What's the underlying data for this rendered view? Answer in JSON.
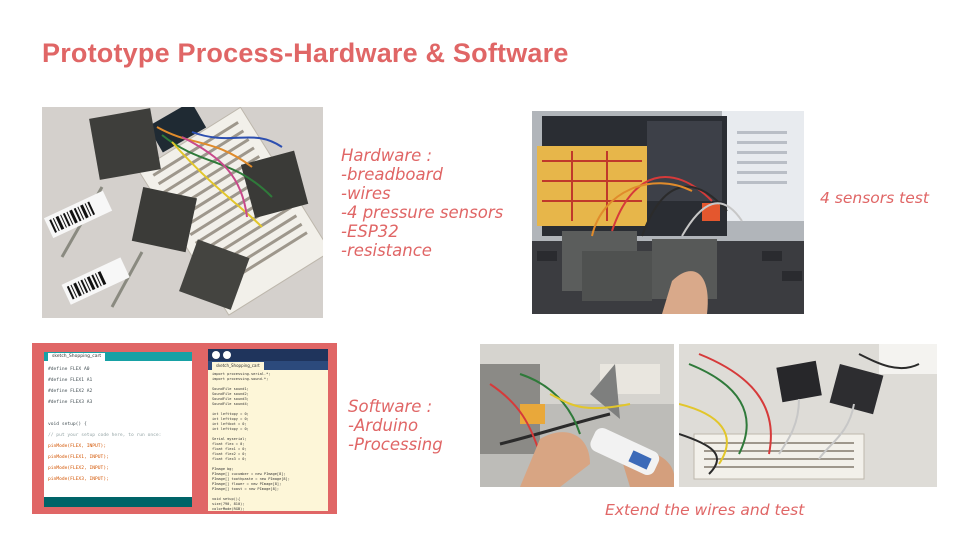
{
  "slide": {
    "title": "Prototype Process-Hardware & Software"
  },
  "hardware": {
    "lines": [
      "Hardware :",
      "-breadboard",
      "-wires",
      "-4 pressure sensors",
      "-ESP32",
      "-resistance"
    ]
  },
  "sensors_test": {
    "caption": "4 sensors test"
  },
  "software": {
    "lines": [
      "Software :",
      "-Arduino",
      "-Processing"
    ]
  },
  "extend": {
    "caption": "Extend the wires and test"
  },
  "arduino_window": {
    "tab": "sketch_Shopping_cart",
    "code": [
      "#define FLEX A0",
      "#define FLEX1 A1",
      "#define FLEX2 A2",
      "#define FLEX3 A3",
      "",
      "void setup() {",
      "  // put your setup code here, to run once:",
      "  pinMode(FLEX, INPUT);",
      "  pinMode(FLEX1, INPUT);",
      "  pinMode(FLEX2, INPUT);",
      "  pinMode(FLEX3, INPUT);"
    ]
  },
  "processing_window": {
    "tab": "sketch_Shopping_cart",
    "code": [
      "import processing.serial.*;",
      "import processing.sound.*;",
      "",
      "SoundFile sound1;",
      "SoundFile sound2;",
      "SoundFile sound3;",
      "SoundFile sound4;",
      "",
      "int lefttopy = 0;",
      "int lefttopy = 0;",
      "int leftbot = 0;",
      "int lefttopy = 0;",
      "",
      "Serial myserial;",
      "float flex = 0;",
      "float flex1 = 0;",
      "float flex2 = 0;",
      "float flex3 = 0;",
      "",
      "PImage bg;",
      "PImage[] cucumber = new PImage[8];",
      "PImage[] toothpaste = new PImage[8];",
      "PImage[] flower = new PImage[8];",
      "PImage[] toast = new PImage[8];",
      "",
      "void setup(){",
      "  size(790, 810);",
      "  colorMode(RGB);"
    ]
  }
}
